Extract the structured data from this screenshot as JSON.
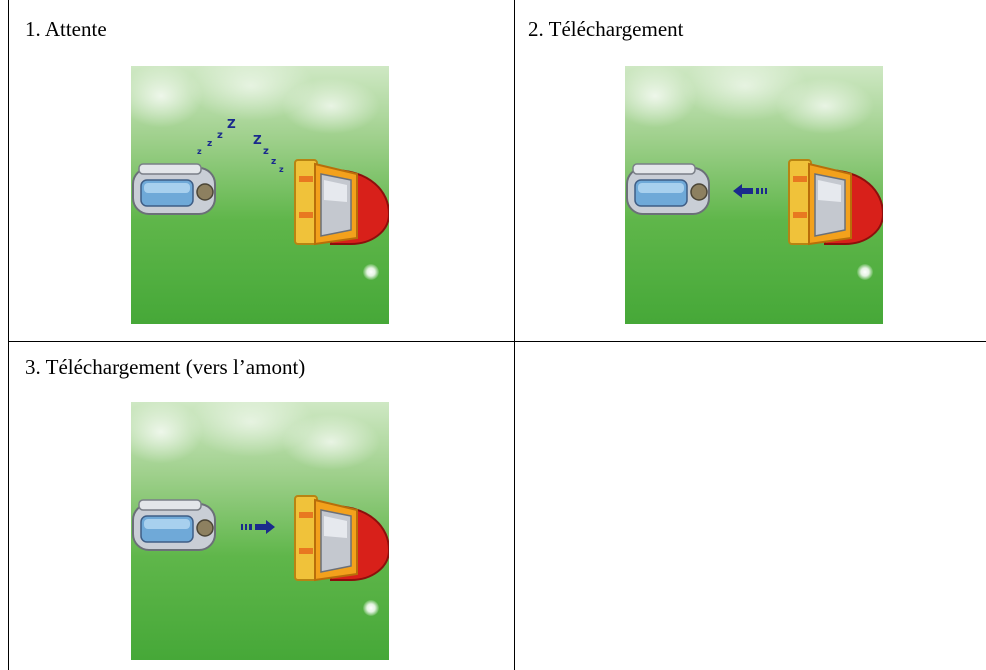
{
  "cells": [
    {
      "caption": "1. Attente",
      "state": "sleep",
      "icon": "zzz-sleep-icon"
    },
    {
      "caption": "2. Téléchargement",
      "state": "download",
      "icon": "arrow-left-icon"
    },
    {
      "caption": "3. Téléchargement (vers l’amont)",
      "state": "upload",
      "icon": "arrow-right-icon"
    }
  ],
  "colors": {
    "border": "#000000",
    "arrow": "#1a2a8c",
    "zzz": "#1a2a8c"
  }
}
